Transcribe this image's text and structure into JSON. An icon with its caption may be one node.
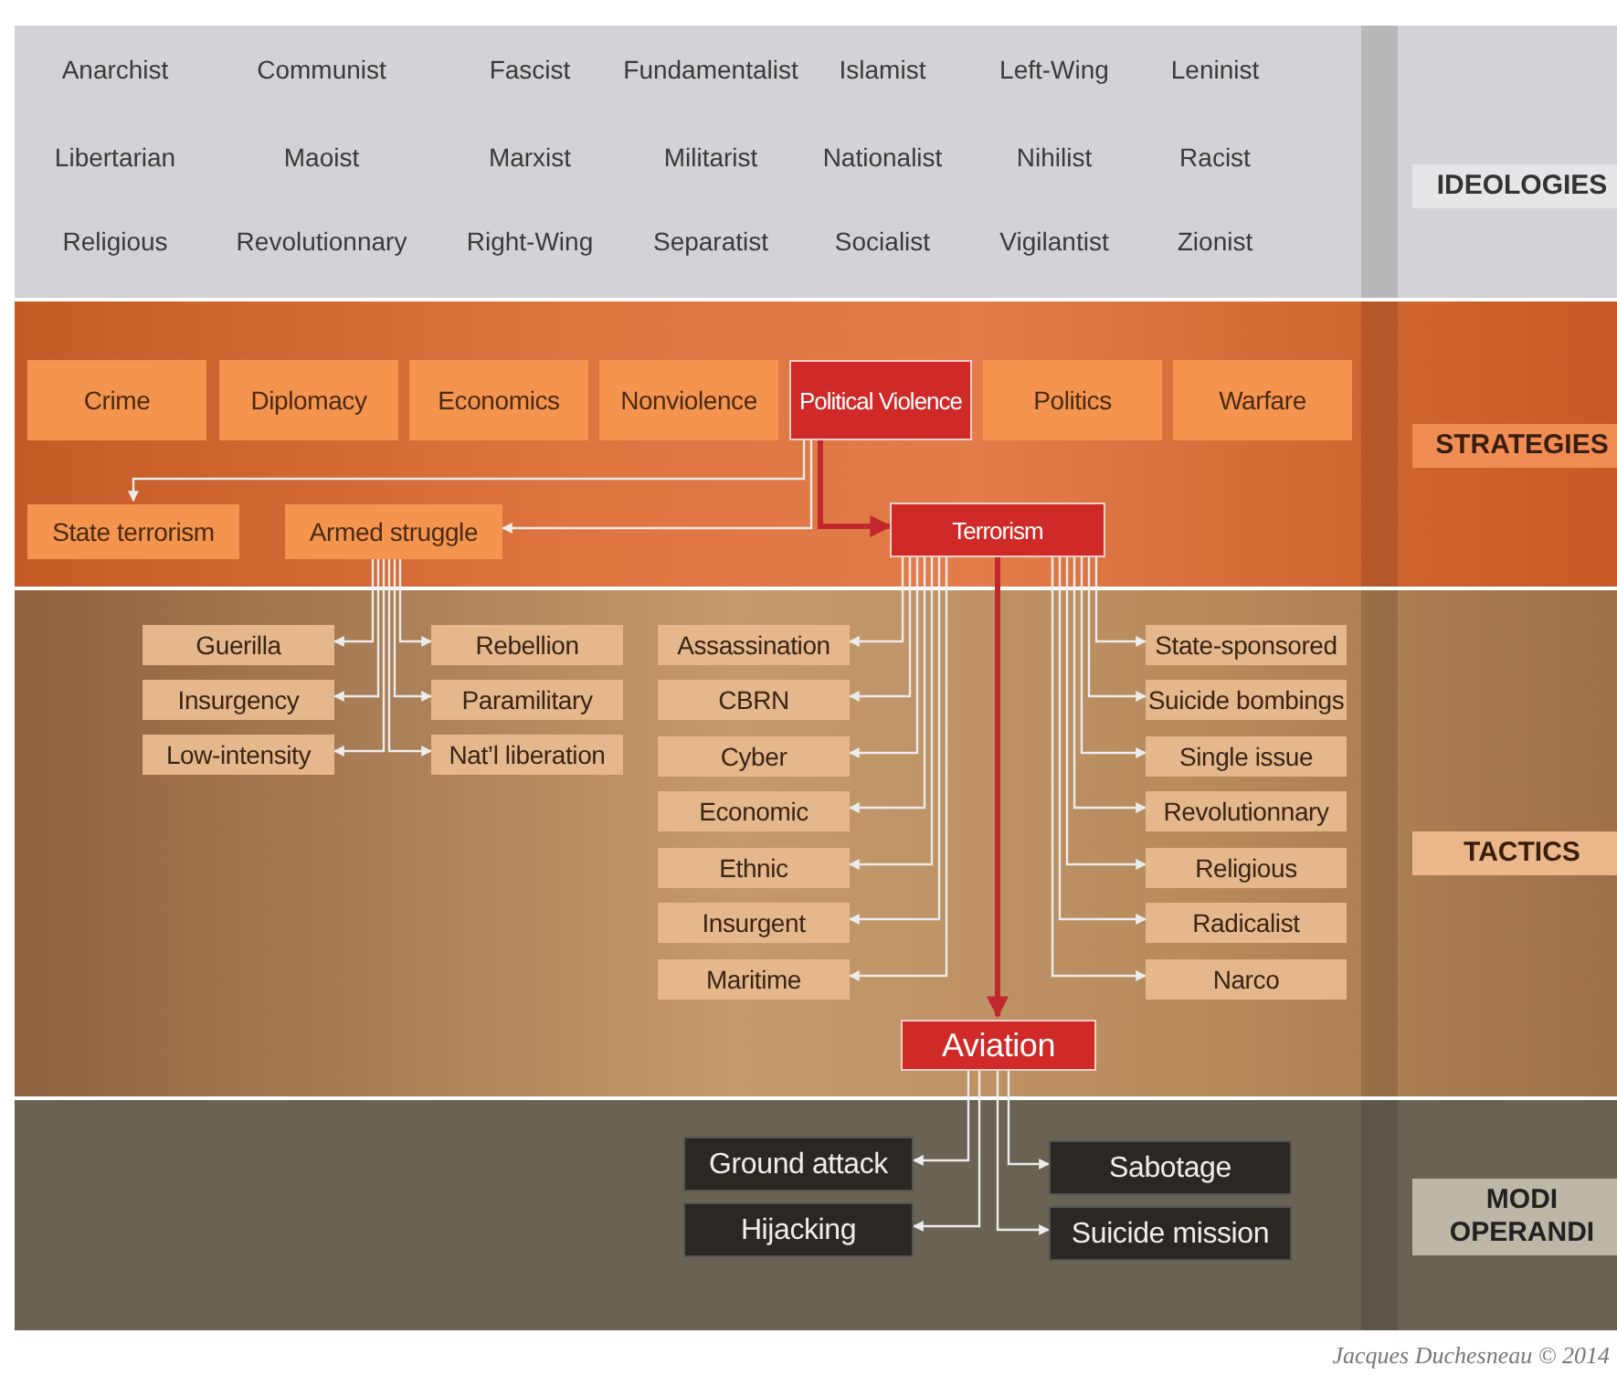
{
  "diagram": {
    "nodes": [
      {
        "text": [
          "IDEOLOGIES"
        ]
      },
      {
        "text": [
          "STRATEGIES"
        ]
      },
      {
        "text": [
          "Crime"
        ],
        "in": 1
      },
      {
        "text": [
          "Diplomacy"
        ],
        "in": 1
      },
      {
        "text": [
          "Economics"
        ],
        "in": 1
      },
      {
        "text": [
          "Nonviolence"
        ],
        "in": 1
      },
      {
        "text": [
          "Political Violence"
        ],
        "in": 1
      },
      {
        "text": [
          "Politics"
        ],
        "in": 1
      },
      {
        "text": [
          "Warfare"
        ],
        "in": 1
      },
      {
        "text": [
          "State terrorism"
        ],
        "in": 1
      },
      {
        "text": [
          "Armed struggle"
        ],
        "in": 1
      },
      {
        "text": [
          "Terrorism"
        ],
        "in": 1
      },
      {
        "text": [
          "TACTICS"
        ]
      },
      {
        "text": [
          "Guerilla"
        ],
        "in": 12
      },
      {
        "text": [
          "Insurgency"
        ],
        "in": 12
      },
      {
        "text": [
          "Low-intensity"
        ],
        "in": 12
      },
      {
        "text": [
          "Rebellion"
        ],
        "in": 12
      },
      {
        "text": [
          "Paramilitary"
        ],
        "in": 12
      },
      {
        "text": [
          "Nat’l liberation"
        ],
        "in": 12
      },
      {
        "text": [
          "Assassination"
        ],
        "in": 12
      },
      {
        "text": [
          "CBRN"
        ],
        "in": 12
      },
      {
        "text": [
          "Cyber"
        ],
        "in": 12
      },
      {
        "text": [
          "Economic"
        ],
        "in": 12
      },
      {
        "text": [
          "Ethnic"
        ],
        "in": 12
      },
      {
        "text": [
          "Insurgent"
        ],
        "in": 12
      },
      {
        "text": [
          "Maritime"
        ],
        "in": 12
      },
      {
        "text": [
          "State-sponsored"
        ],
        "in": 12
      },
      {
        "text": [
          "Suicide bombings"
        ],
        "in": 12
      },
      {
        "text": [
          "Single issue"
        ],
        "in": 12
      },
      {
        "text": [
          "Revolutionnary"
        ],
        "in": 12
      },
      {
        "text": [
          "Religious"
        ],
        "in": 12
      },
      {
        "text": [
          "Radicalist"
        ],
        "in": 12
      },
      {
        "text": [
          "Narco"
        ],
        "in": 12
      },
      {
        "text": [
          "Aviation"
        ],
        "in": 12
      },
      {
        "text": [
          "MODI OPERANDI"
        ]
      },
      {
        "text": [
          "Ground attack"
        ],
        "in": 34
      },
      {
        "text": [
          "Sabotage"
        ],
        "in": 34
      },
      {
        "text": [
          "Hijacking"
        ],
        "in": 34
      },
      {
        "text": [
          "Suicide mission"
        ],
        "in": 34
      }
    ],
    "edges": [
      {
        "from": 6,
        "to": 9,
        "arrow": "to"
      },
      {
        "from": 6,
        "to": 10,
        "arrow": "to"
      },
      {
        "from": 6,
        "to": 11,
        "arrow": "to",
        "style": "thick",
        "color": "#c1272d"
      },
      {
        "from": 10,
        "to": 13,
        "arrow": "to"
      },
      {
        "from": 10,
        "to": 14,
        "arrow": "to"
      },
      {
        "from": 10,
        "to": 15,
        "arrow": "to"
      },
      {
        "from": 10,
        "to": 16,
        "arrow": "to"
      },
      {
        "from": 10,
        "to": 17,
        "arrow": "to"
      },
      {
        "from": 10,
        "to": 18,
        "arrow": "to"
      },
      {
        "from": 11,
        "to": 19,
        "arrow": "to"
      },
      {
        "from": 11,
        "to": 20,
        "arrow": "to"
      },
      {
        "from": 11,
        "to": 21,
        "arrow": "to"
      },
      {
        "from": 11,
        "to": 22,
        "arrow": "to"
      },
      {
        "from": 11,
        "to": 23,
        "arrow": "to"
      },
      {
        "from": 11,
        "to": 24,
        "arrow": "to"
      },
      {
        "from": 11,
        "to": 25,
        "arrow": "to"
      },
      {
        "from": 11,
        "to": 26,
        "arrow": "to"
      },
      {
        "from": 11,
        "to": 27,
        "arrow": "to"
      },
      {
        "from": 11,
        "to": 28,
        "arrow": "to"
      },
      {
        "from": 11,
        "to": 29,
        "arrow": "to"
      },
      {
        "from": 11,
        "to": 30,
        "arrow": "to"
      },
      {
        "from": 11,
        "to": 31,
        "arrow": "to"
      },
      {
        "from": 11,
        "to": 32,
        "arrow": "to"
      },
      {
        "from": 11,
        "to": 33,
        "arrow": "to",
        "style": "thick",
        "color": "#c1272d"
      },
      {
        "from": 33,
        "to": 35,
        "arrow": "to"
      },
      {
        "from": 33,
        "to": 36,
        "arrow": "to"
      },
      {
        "from": 33,
        "to": 37,
        "arrow": "to"
      },
      {
        "from": 33,
        "to": 38,
        "arrow": "to"
      }
    ],
    "labels": [
      "Anarchist",
      "Communist",
      "Fascist",
      "Fundamentalist",
      "Islamist",
      "Left-Wing",
      "Leninist",
      "Libertarian",
      "Maoist",
      "Marxist",
      "Militarist",
      "Nationalist",
      "Nihilist",
      "Racist",
      "Religious",
      "Revolutionnary",
      "Right-Wing",
      "Separatist",
      "Socialist",
      "Vigilantist",
      "Zionist",
      "Jacques Duchesneau © 2014"
    ]
  }
}
